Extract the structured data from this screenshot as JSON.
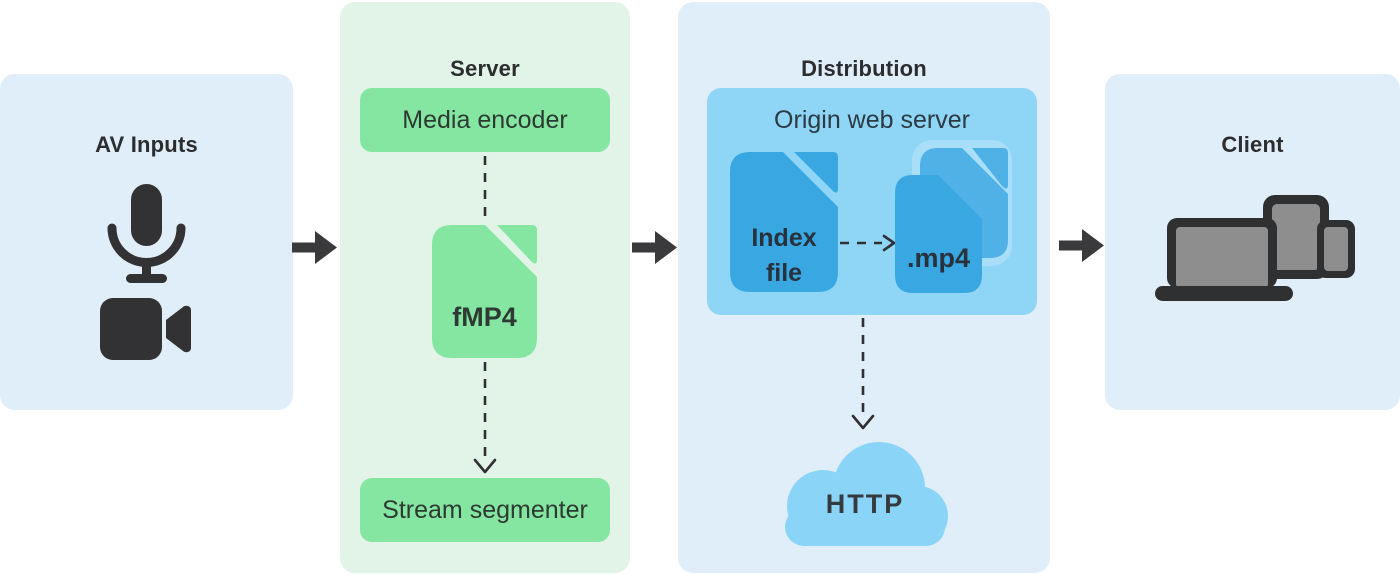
{
  "colors": {
    "page_bg": "#ffffff",
    "panel_blue": "#e0eef9",
    "panel_green": "#e2f3e7",
    "accent_green": "#85e6a2",
    "origin_box_blue": "#8ed5f6",
    "doc_blue": "#39a7e1",
    "doc_blue_mid": "#4fb1e6",
    "doc_blue_light": "#a9def9",
    "cloud_blue": "#8ad5f7",
    "ink": "#323234",
    "device_gray": "#8e8e8e"
  },
  "panels": {
    "av_inputs": {
      "title": "AV Inputs"
    },
    "server": {
      "title": "Server",
      "media_encoder_label": "Media encoder",
      "fmp4_label": "fMP4",
      "stream_segmenter_label": "Stream segmenter"
    },
    "distribution": {
      "title": "Distribution",
      "origin_label": "Origin web server",
      "index_file_label": "Index file",
      "mp4_label": ".mp4",
      "http_label": "HTTP"
    },
    "client": {
      "title": "Client"
    }
  }
}
